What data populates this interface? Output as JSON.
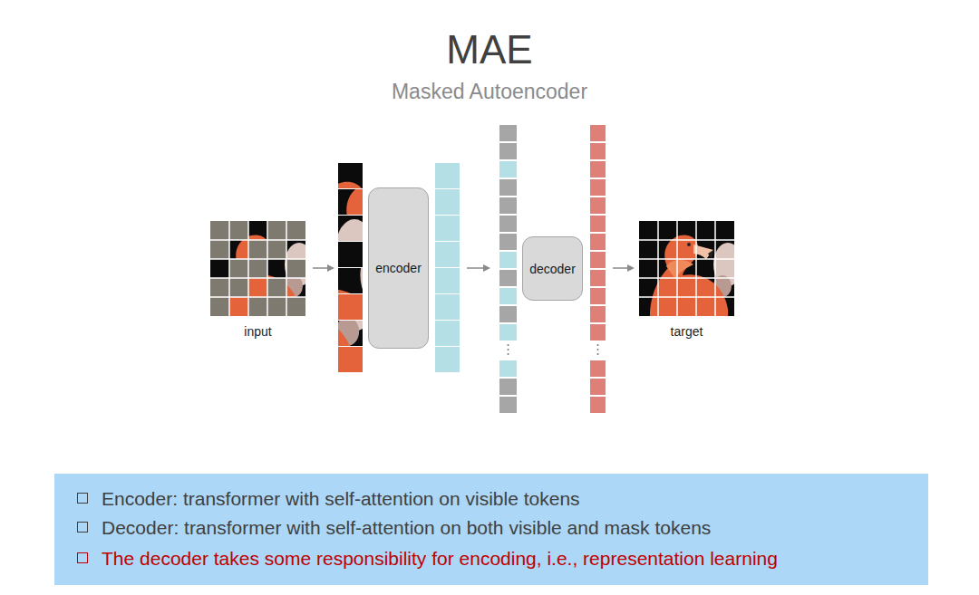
{
  "diagram": {
    "title": "MAE",
    "nodes": [
      {
        "text": [
          "input"
        ]
      },
      {
        "text": [
          "encoder"
        ]
      },
      {
        "text": [
          "decoder"
        ]
      },
      {
        "text": [
          "target"
        ]
      },
      {
        "text": [
          "Encoder: transformer with self-attention on visible tokens",
          "Decoder: transformer with self-attention on both visible and mask tokens",
          "The decoder takes some responsibility for encoding, i.e., representation learning"
        ]
      }
    ],
    "labels": [
      "Masked Autoencoder"
    ]
  }
}
